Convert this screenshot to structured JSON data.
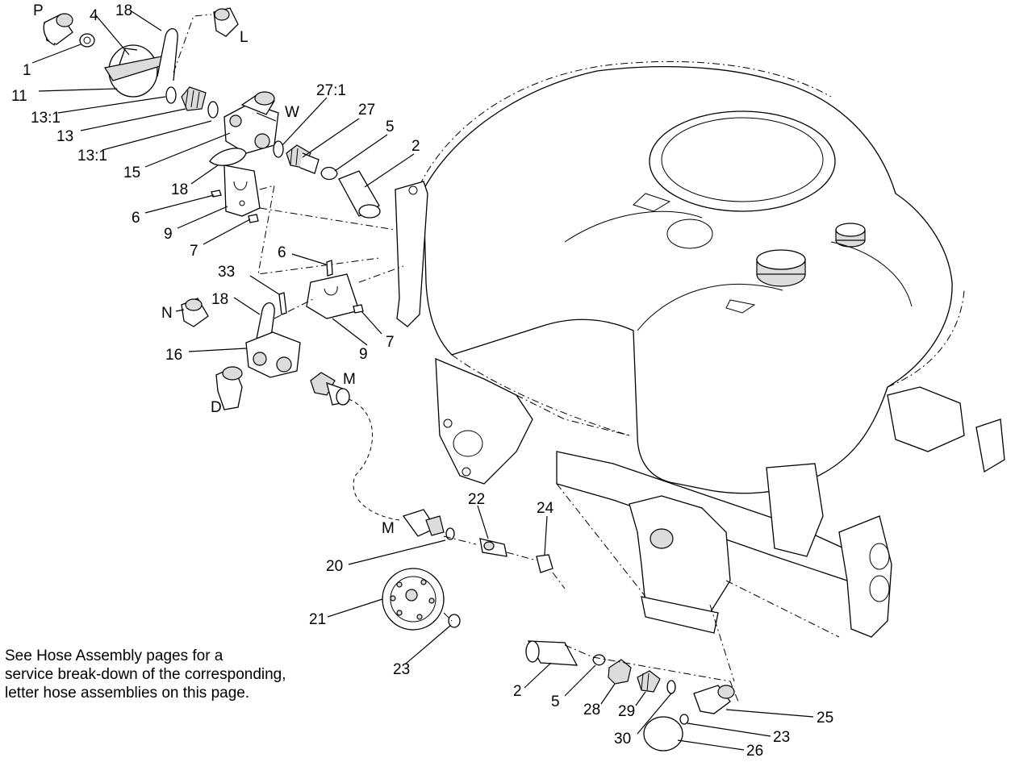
{
  "callouts": {
    "c_P": "P",
    "c_4": "4",
    "c_18a": "18",
    "c_L": "L",
    "c_1": "1",
    "c_11": "11",
    "c_13_1a": "13:1",
    "c_13": "13",
    "c_13_1b": "13:1",
    "c_15": "15",
    "c_18b": "18",
    "c_W": "W",
    "c_27_1": "27:1",
    "c_27": "27",
    "c_5a": "5",
    "c_2a": "2",
    "c_6a": "6",
    "c_9a": "9",
    "c_7a": "7",
    "c_6b": "6",
    "c_33": "33",
    "c_N": "N",
    "c_18c": "18",
    "c_7b": "7",
    "c_9b": "9",
    "c_16": "16",
    "c_M1": "M",
    "c_D": "D",
    "c_22": "22",
    "c_24": "24",
    "c_M2": "M",
    "c_20": "20",
    "c_21": "21",
    "c_23a": "23",
    "c_2b": "2",
    "c_5b": "5",
    "c_28": "28",
    "c_29": "29",
    "c_25": "25",
    "c_30": "30",
    "c_23b": "23",
    "c_26": "26"
  },
  "note": {
    "line1": "See Hose Assembly pages for a",
    "line2": "service break-down of the corresponding,",
    "line3": "letter hose assemblies on this page."
  }
}
